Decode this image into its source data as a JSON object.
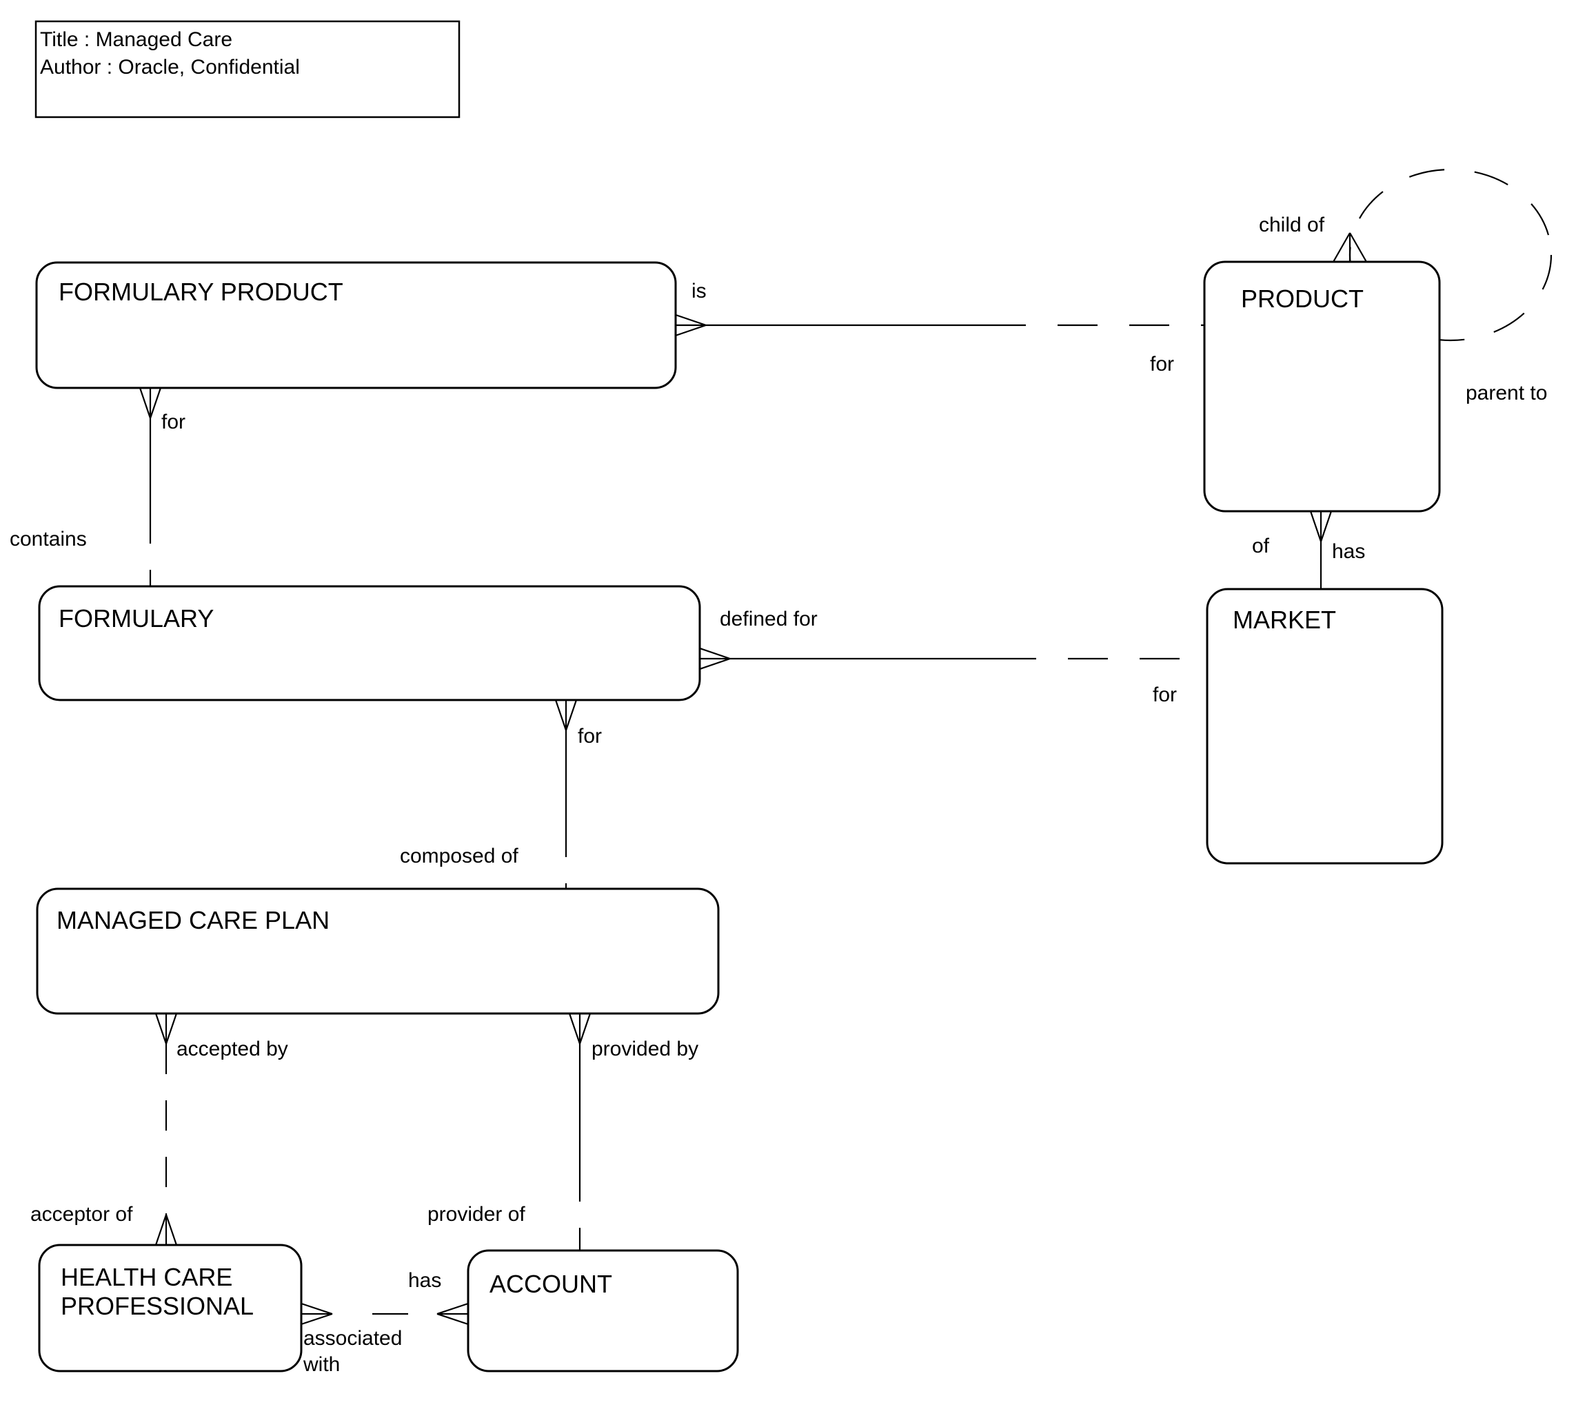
{
  "title_block": {
    "title_line": "Title : Managed Care",
    "author_line": "Author : Oracle, Confidential"
  },
  "entities": {
    "formulary_product": {
      "name": "FORMULARY PRODUCT"
    },
    "product": {
      "name": "PRODUCT"
    },
    "formulary": {
      "name": "FORMULARY"
    },
    "market": {
      "name": "MARKET"
    },
    "managed_care_plan": {
      "name": "MANAGED CARE PLAN"
    },
    "health_care_professional": {
      "name_line1": "HEALTH CARE",
      "name_line2": "PROFESSIONAL"
    },
    "account": {
      "name": "ACCOUNT"
    }
  },
  "relationships": {
    "formulary_product_is_product": {
      "near_label": "is",
      "far_label": "for"
    },
    "formulary_product_for_formulary": {
      "near_label": "for",
      "far_label": "contains"
    },
    "formulary_defined_for_market": {
      "near_label": "defined for",
      "far_label": "for"
    },
    "product_of_market": {
      "left_label": "of",
      "right_label": "has"
    },
    "product_self_loop": {
      "top_label": "child of",
      "bottom_label": "parent to"
    },
    "formulary_for_managed_care_plan": {
      "near_label": "for",
      "far_label": "composed of"
    },
    "mcp_accepted_by_hcp": {
      "near_label": "accepted by",
      "far_label": "acceptor of"
    },
    "mcp_provided_by_account": {
      "near_label": "provided by",
      "far_label": "provider of"
    },
    "account_has_hcp": {
      "near_label": "has",
      "far_label_line1": "associated",
      "far_label_line2": "with"
    }
  },
  "colors": {
    "line": "#000000",
    "background": "#ffffff"
  }
}
